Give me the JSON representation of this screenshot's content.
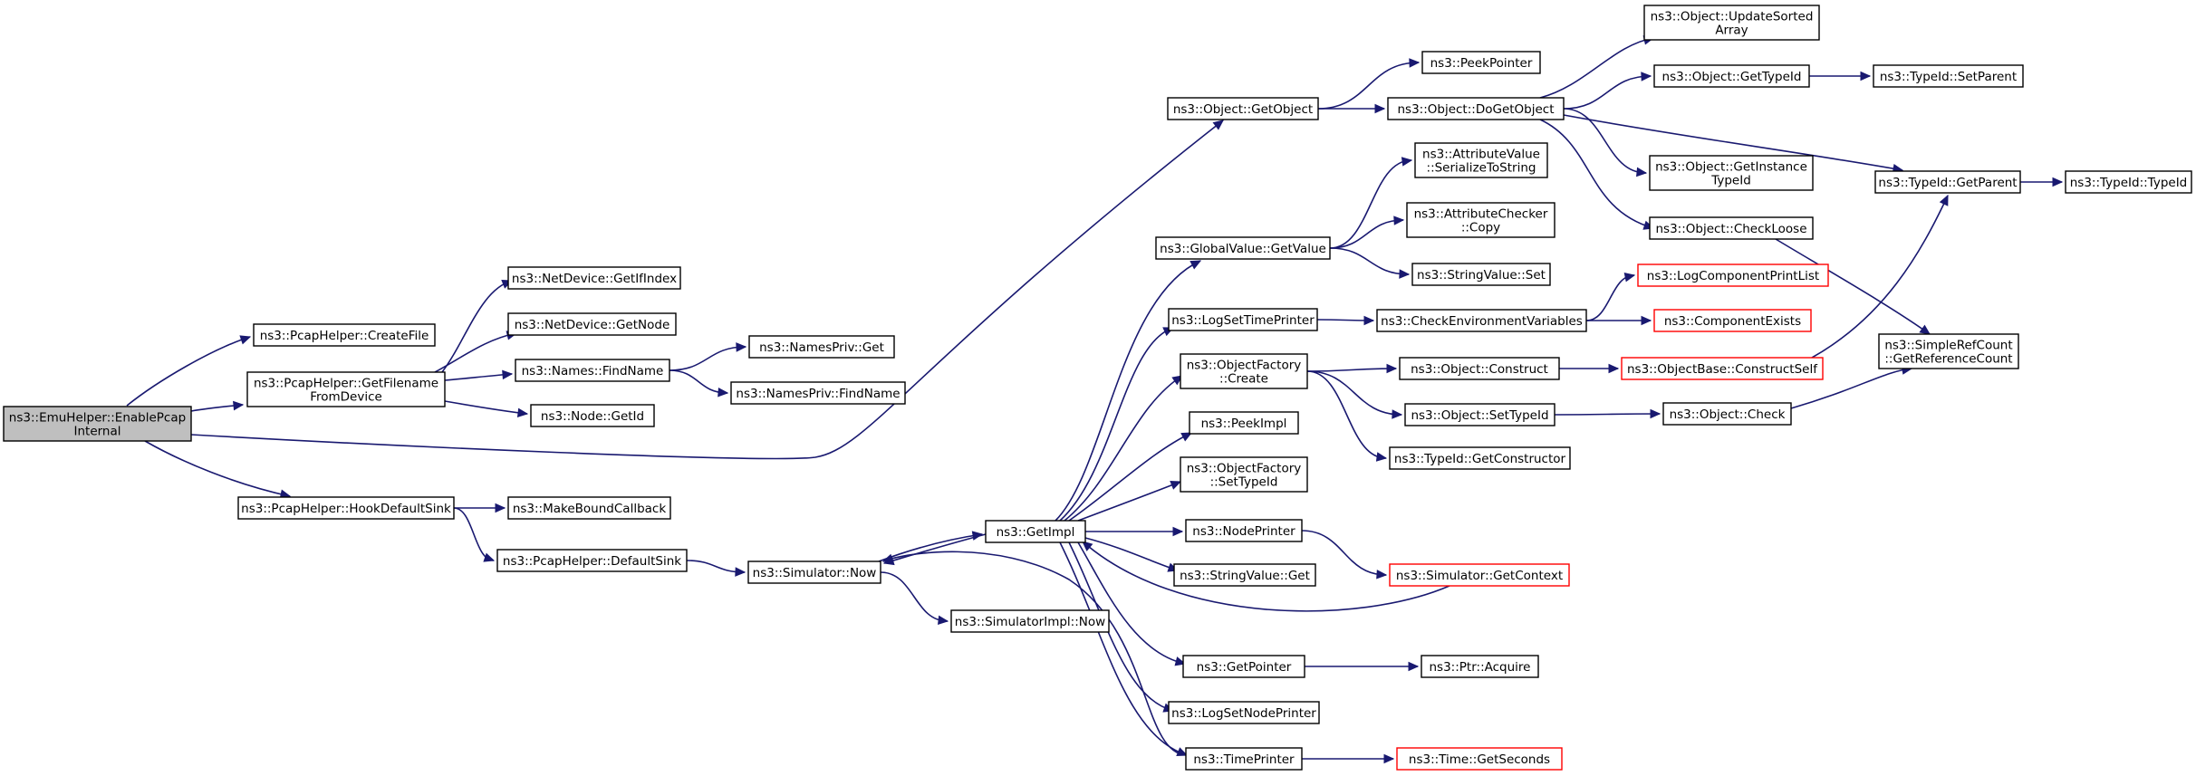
{
  "graph": {
    "type": "call-graph",
    "colors": {
      "edge": "#191970",
      "root_fill": "#bfbfbf",
      "truncated_border": "#ff0000",
      "border": "#000000"
    },
    "nodes": [
      {
        "id": "root",
        "lines": [
          "ns3::EmuHelper::EnablePcap",
          "Internal"
        ],
        "kind": "root"
      },
      {
        "id": "createfile",
        "lines": [
          "ns3::PcapHelper::CreateFile"
        ]
      },
      {
        "id": "getfilename",
        "lines": [
          "ns3::PcapHelper::GetFilename",
          "FromDevice"
        ]
      },
      {
        "id": "hookdefaultsink",
        "lines": [
          "ns3::PcapHelper::HookDefaultSink"
        ]
      },
      {
        "id": "getifindex",
        "lines": [
          "ns3::NetDevice::GetIfIndex"
        ]
      },
      {
        "id": "netdev_getnode",
        "lines": [
          "ns3::NetDevice::GetNode"
        ]
      },
      {
        "id": "names_findname",
        "lines": [
          "ns3::Names::FindName"
        ]
      },
      {
        "id": "node_getid",
        "lines": [
          "ns3::Node::GetId"
        ]
      },
      {
        "id": "namespriv_get",
        "lines": [
          "ns3::NamesPriv::Get"
        ]
      },
      {
        "id": "namespriv_findname",
        "lines": [
          "ns3::NamesPriv::FindName"
        ]
      },
      {
        "id": "makeboundcallback",
        "lines": [
          "ns3::MakeBoundCallback"
        ]
      },
      {
        "id": "defaultsink",
        "lines": [
          "ns3::PcapHelper::DefaultSink"
        ]
      },
      {
        "id": "sim_now",
        "lines": [
          "ns3::Simulator::Now"
        ]
      },
      {
        "id": "simimpl_now",
        "lines": [
          "ns3::SimulatorImpl::Now"
        ]
      },
      {
        "id": "getimpl",
        "lines": [
          "ns3::GetImpl"
        ]
      },
      {
        "id": "getobject",
        "lines": [
          "ns3::Object::GetObject"
        ]
      },
      {
        "id": "peekpointer",
        "lines": [
          "ns3::PeekPointer"
        ]
      },
      {
        "id": "dogetobject",
        "lines": [
          "ns3::Object::DoGetObject"
        ]
      },
      {
        "id": "updatesorted",
        "lines": [
          "ns3::Object::UpdateSorted",
          "Array"
        ]
      },
      {
        "id": "gettypeid",
        "lines": [
          "ns3::Object::GetTypeId"
        ]
      },
      {
        "id": "setparent",
        "lines": [
          "ns3::TypeId::SetParent"
        ]
      },
      {
        "id": "getinstancetypeid",
        "lines": [
          "ns3::Object::GetInstance",
          "TypeId"
        ]
      },
      {
        "id": "typeid_getparent",
        "lines": [
          "ns3::TypeId::GetParent"
        ]
      },
      {
        "id": "typeid_typeid",
        "lines": [
          "ns3::TypeId::TypeId"
        ]
      },
      {
        "id": "checkloose",
        "lines": [
          "ns3::Object::CheckLoose"
        ]
      },
      {
        "id": "attrval_serialize",
        "lines": [
          "ns3::AttributeValue",
          "::SerializeToString"
        ]
      },
      {
        "id": "attrchecker_copy",
        "lines": [
          "ns3::AttributeChecker",
          "::Copy"
        ]
      },
      {
        "id": "globalvalue_getvalue",
        "lines": [
          "ns3::GlobalValue::GetValue"
        ]
      },
      {
        "id": "stringvalue_set",
        "lines": [
          "ns3::StringValue::Set"
        ]
      },
      {
        "id": "logsettimeprinter",
        "lines": [
          "ns3::LogSetTimePrinter"
        ]
      },
      {
        "id": "checkenv",
        "lines": [
          "ns3::CheckEnvironmentVariables"
        ]
      },
      {
        "id": "logcomponentprintlist",
        "lines": [
          "ns3::LogComponentPrintList"
        ],
        "kind": "truncated"
      },
      {
        "id": "componentexists",
        "lines": [
          "ns3::ComponentExists"
        ],
        "kind": "truncated"
      },
      {
        "id": "objfactory_create",
        "lines": [
          "ns3::ObjectFactory",
          "::Create"
        ]
      },
      {
        "id": "object_construct",
        "lines": [
          "ns3::Object::Construct"
        ]
      },
      {
        "id": "objectbase_constructself",
        "lines": [
          "ns3::ObjectBase::ConstructSelf"
        ],
        "kind": "truncated"
      },
      {
        "id": "simplerefcount",
        "lines": [
          "ns3::SimpleRefCount",
          "::GetReferenceCount"
        ]
      },
      {
        "id": "object_settypeid",
        "lines": [
          "ns3::Object::SetTypeId"
        ]
      },
      {
        "id": "object_check",
        "lines": [
          "ns3::Object::Check"
        ]
      },
      {
        "id": "typeid_getconstructor",
        "lines": [
          "ns3::TypeId::GetConstructor"
        ]
      },
      {
        "id": "peekimpl",
        "lines": [
          "ns3::PeekImpl"
        ]
      },
      {
        "id": "objfactory_settypeid",
        "lines": [
          "ns3::ObjectFactory",
          "::SetTypeId"
        ]
      },
      {
        "id": "nodeprinter",
        "lines": [
          "ns3::NodePrinter"
        ]
      },
      {
        "id": "sim_getcontext",
        "lines": [
          "ns3::Simulator::GetContext"
        ],
        "kind": "truncated"
      },
      {
        "id": "stringvalue_get",
        "lines": [
          "ns3::StringValue::Get"
        ]
      },
      {
        "id": "getpointer",
        "lines": [
          "ns3::GetPointer"
        ]
      },
      {
        "id": "ptr_acquire",
        "lines": [
          "ns3::Ptr::Acquire"
        ]
      },
      {
        "id": "logsetnodeprinter",
        "lines": [
          "ns3::LogSetNodePrinter"
        ]
      },
      {
        "id": "timeprinter",
        "lines": [
          "ns3::TimePrinter"
        ]
      },
      {
        "id": "time_getseconds",
        "lines": [
          "ns3::Time::GetSeconds"
        ],
        "kind": "truncated"
      }
    ],
    "edges": [
      [
        "root",
        "createfile"
      ],
      [
        "root",
        "getfilename"
      ],
      [
        "root",
        "getobject"
      ],
      [
        "root",
        "hookdefaultsink"
      ],
      [
        "getfilename",
        "getifindex"
      ],
      [
        "getfilename",
        "netdev_getnode"
      ],
      [
        "getfilename",
        "names_findname"
      ],
      [
        "getfilename",
        "node_getid"
      ],
      [
        "names_findname",
        "namespriv_get"
      ],
      [
        "names_findname",
        "namespriv_findname"
      ],
      [
        "hookdefaultsink",
        "makeboundcallback"
      ],
      [
        "hookdefaultsink",
        "defaultsink"
      ],
      [
        "defaultsink",
        "sim_now"
      ],
      [
        "sim_now",
        "simimpl_now"
      ],
      [
        "sim_now",
        "getimpl"
      ],
      [
        "getimpl",
        "sim_now"
      ],
      [
        "getimpl",
        "globalvalue_getvalue"
      ],
      [
        "getimpl",
        "logsettimeprinter"
      ],
      [
        "getimpl",
        "objfactory_create"
      ],
      [
        "getimpl",
        "peekimpl"
      ],
      [
        "getimpl",
        "objfactory_settypeid"
      ],
      [
        "getimpl",
        "nodeprinter"
      ],
      [
        "getimpl",
        "stringvalue_get"
      ],
      [
        "getimpl",
        "getpointer"
      ],
      [
        "getimpl",
        "logsetnodeprinter"
      ],
      [
        "getimpl",
        "timeprinter"
      ],
      [
        "getobject",
        "peekpointer"
      ],
      [
        "getobject",
        "dogetobject"
      ],
      [
        "dogetobject",
        "updatesorted"
      ],
      [
        "dogetobject",
        "gettypeid"
      ],
      [
        "dogetobject",
        "getinstancetypeid"
      ],
      [
        "dogetobject",
        "typeid_getparent"
      ],
      [
        "dogetobject",
        "checkloose"
      ],
      [
        "gettypeid",
        "setparent"
      ],
      [
        "typeid_getparent",
        "typeid_typeid"
      ],
      [
        "checkloose",
        "simplerefcount"
      ],
      [
        "globalvalue_getvalue",
        "attrval_serialize"
      ],
      [
        "globalvalue_getvalue",
        "attrchecker_copy"
      ],
      [
        "globalvalue_getvalue",
        "stringvalue_set"
      ],
      [
        "logsettimeprinter",
        "checkenv"
      ],
      [
        "checkenv",
        "logcomponentprintlist"
      ],
      [
        "checkenv",
        "componentexists"
      ],
      [
        "objfactory_create",
        "object_construct"
      ],
      [
        "objfactory_create",
        "object_settypeid"
      ],
      [
        "objfactory_create",
        "typeid_getconstructor"
      ],
      [
        "object_construct",
        "objectbase_constructself"
      ],
      [
        "objectbase_constructself",
        "typeid_getparent"
      ],
      [
        "object_settypeid",
        "object_check"
      ],
      [
        "object_check",
        "simplerefcount"
      ],
      [
        "nodeprinter",
        "sim_getcontext"
      ],
      [
        "sim_getcontext",
        "getimpl"
      ],
      [
        "getpointer",
        "ptr_acquire"
      ],
      [
        "timeprinter",
        "sim_now"
      ],
      [
        "timeprinter",
        "time_getseconds"
      ]
    ]
  }
}
